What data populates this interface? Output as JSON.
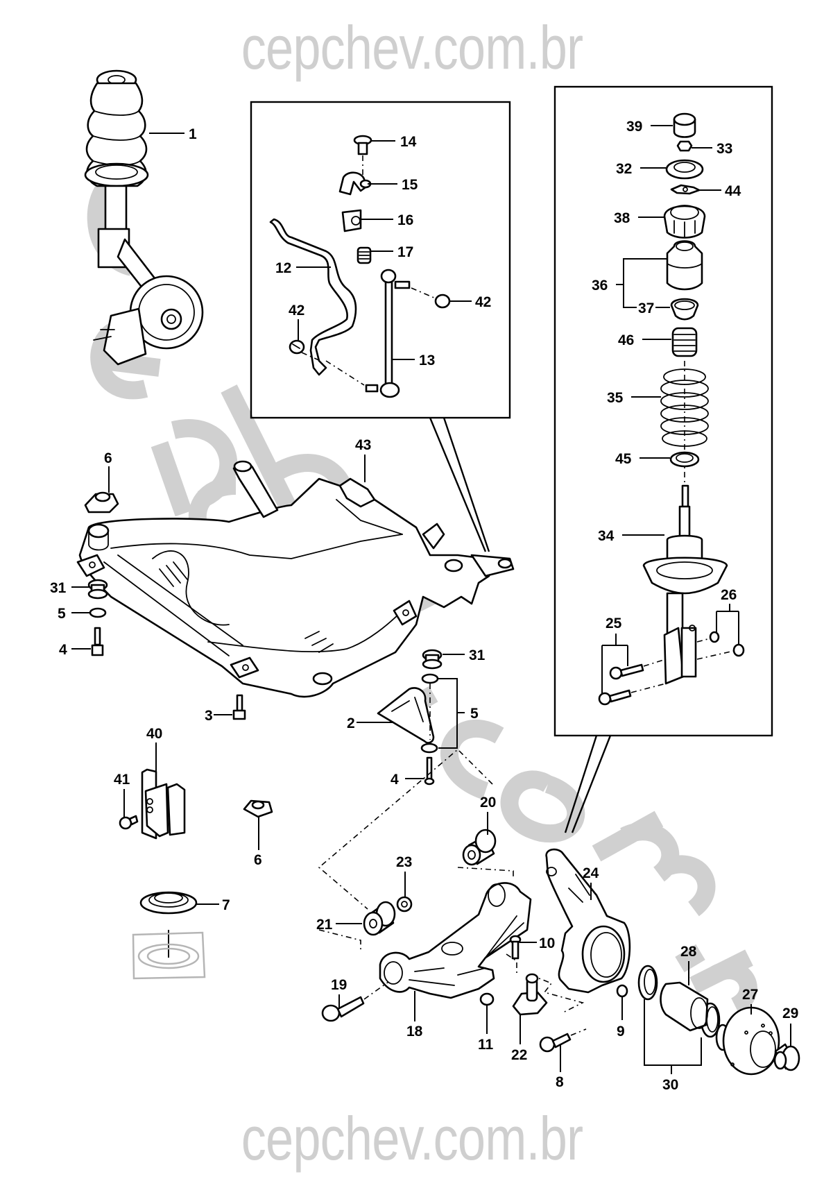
{
  "watermark": {
    "top_text": "cepchev.com.br",
    "bottom_text": "cepchev.com.br",
    "diagonal_text": "cepchev.com.br",
    "color": "#cfcfcf"
  },
  "diagram": {
    "subject": "Front suspension exploded view",
    "insets": [
      {
        "name": "stabilizer-bar-inset",
        "parts": [
          "12",
          "13",
          "14",
          "15",
          "16",
          "17",
          "42"
        ]
      },
      {
        "name": "strut-assembly-inset",
        "parts": [
          "25",
          "26",
          "32",
          "33",
          "34",
          "35",
          "36",
          "37",
          "38",
          "39",
          "44",
          "45",
          "46"
        ]
      }
    ],
    "callouts": {
      "c1": "1",
      "c2": "2",
      "c3": "3",
      "c4a": "4",
      "c4b": "4",
      "c5a": "5",
      "c5b": "5",
      "c6a": "6",
      "c6b": "6",
      "c7": "7",
      "c8": "8",
      "c9": "9",
      "c10": "10",
      "c11": "11",
      "c12": "12",
      "c13": "13",
      "c14": "14",
      "c15": "15",
      "c16": "16",
      "c17": "17",
      "c18": "18",
      "c19": "19",
      "c20": "20",
      "c21": "21",
      "c22": "22",
      "c23": "23",
      "c24": "24",
      "c25": "25",
      "c26": "26",
      "c27": "27",
      "c28": "28",
      "c29": "29",
      "c30": "30",
      "c31a": "31",
      "c31b": "31",
      "c32": "32",
      "c33": "33",
      "c34": "34",
      "c35": "35",
      "c36": "36",
      "c37": "37",
      "c38": "38",
      "c39": "39",
      "c40": "40",
      "c41": "41",
      "c42a": "42",
      "c42b": "42",
      "c43": "43",
      "c44": "44",
      "c45": "45",
      "c46": "46"
    }
  }
}
